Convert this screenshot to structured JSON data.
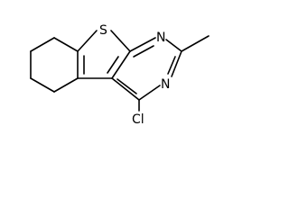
{
  "structure": {
    "atoms": {
      "sulfur": "S",
      "nitrogen_top": "N",
      "nitrogen_bottom": "N",
      "chlorine": "Cl"
    },
    "colors": {
      "bond": "#000000",
      "label": "#000000",
      "background": "#ffffff"
    }
  }
}
